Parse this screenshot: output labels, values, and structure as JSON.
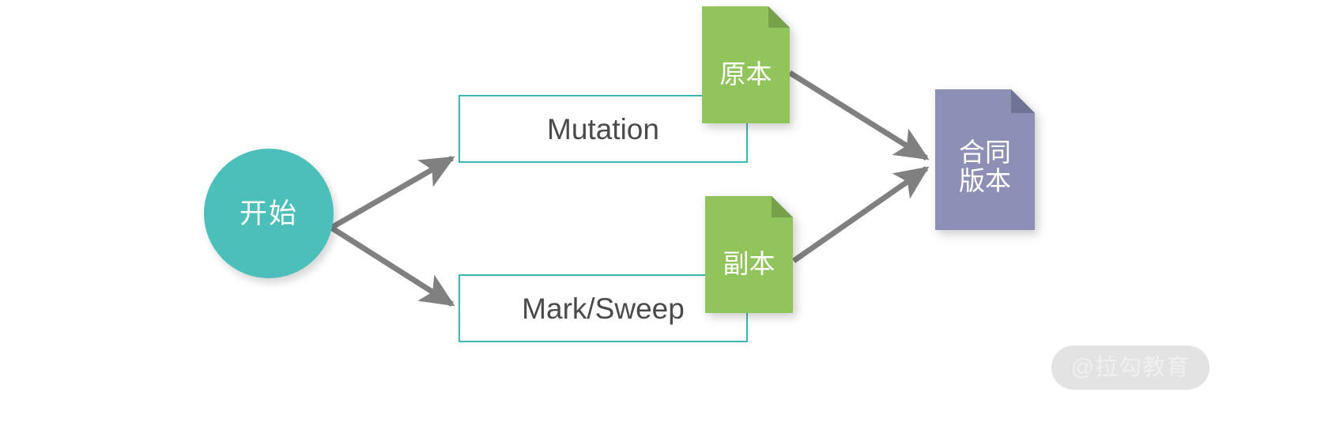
{
  "diagram": {
    "title": "Mutation / Mark-Sweep contract version flow",
    "background_color": "#ffffff",
    "nodes": {
      "start": {
        "label": "开始",
        "shape": "circle",
        "fill_color": "#4cbfba",
        "text_color": "#ffffff"
      },
      "mutation_box": {
        "label": "Mutation",
        "shape": "rectangle",
        "fill_color": "#ffffff",
        "border_color": "#3cb8b0",
        "text_color": "#4a4a4a"
      },
      "marksweep_box": {
        "label": "Mark/Sweep",
        "shape": "rectangle",
        "fill_color": "#ffffff",
        "border_color": "#3cb8b0",
        "text_color": "#4a4a4a"
      },
      "original_doc": {
        "label": "原本",
        "shape": "document-folded-corner",
        "fill_color": "#92c45c",
        "fold_color": "#76a049",
        "text_color": "#ffffff"
      },
      "copy_doc": {
        "label": "副本",
        "shape": "document-folded-corner",
        "fill_color": "#92c45c",
        "fold_color": "#76a049",
        "text_color": "#ffffff"
      },
      "result_doc": {
        "label": "合同版本",
        "label_lines": [
          "合同",
          "版本"
        ],
        "shape": "document-folded-corner",
        "fill_color": "#8c90b4",
        "fold_color": "#6f7495",
        "text_color": "#ffffff"
      }
    },
    "edges": [
      {
        "from": "start",
        "to": "mutation_box",
        "style": "arrow",
        "color": "#808080"
      },
      {
        "from": "start",
        "to": "marksweep_box",
        "style": "arrow",
        "color": "#808080"
      },
      {
        "from": "original_doc",
        "to": "result_doc",
        "style": "arrow",
        "color": "#808080"
      },
      {
        "from": "copy_doc",
        "to": "result_doc",
        "style": "arrow",
        "color": "#808080"
      }
    ]
  },
  "watermark": {
    "text": "@拉勾教育",
    "pill_color": "#e3e3e3",
    "text_color": "#f0f0f0"
  }
}
